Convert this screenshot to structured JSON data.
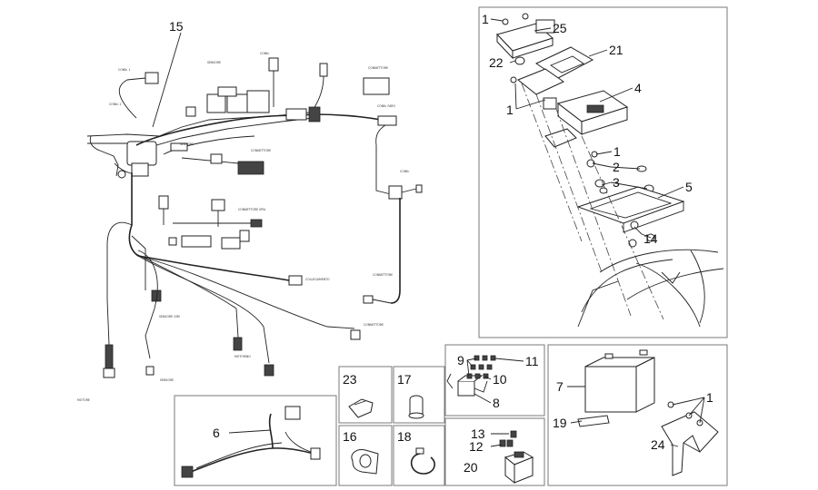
{
  "callouts": {
    "c15": "15",
    "c1a": "1",
    "c25": "25",
    "c21": "21",
    "c22": "22",
    "c1b": "1",
    "c4": "4",
    "c1c": "1",
    "c2": "2",
    "c3": "3",
    "c5": "5",
    "c14": "14",
    "c9": "9",
    "c11": "11",
    "c10": "10",
    "c8": "8",
    "c7": "7",
    "c1d": "1",
    "c19": "19",
    "c24": "24",
    "c23": "23",
    "c17": "17",
    "c13": "13",
    "c12": "12",
    "c20": "20",
    "c6": "6",
    "c16": "16",
    "c18": "18"
  }
}
